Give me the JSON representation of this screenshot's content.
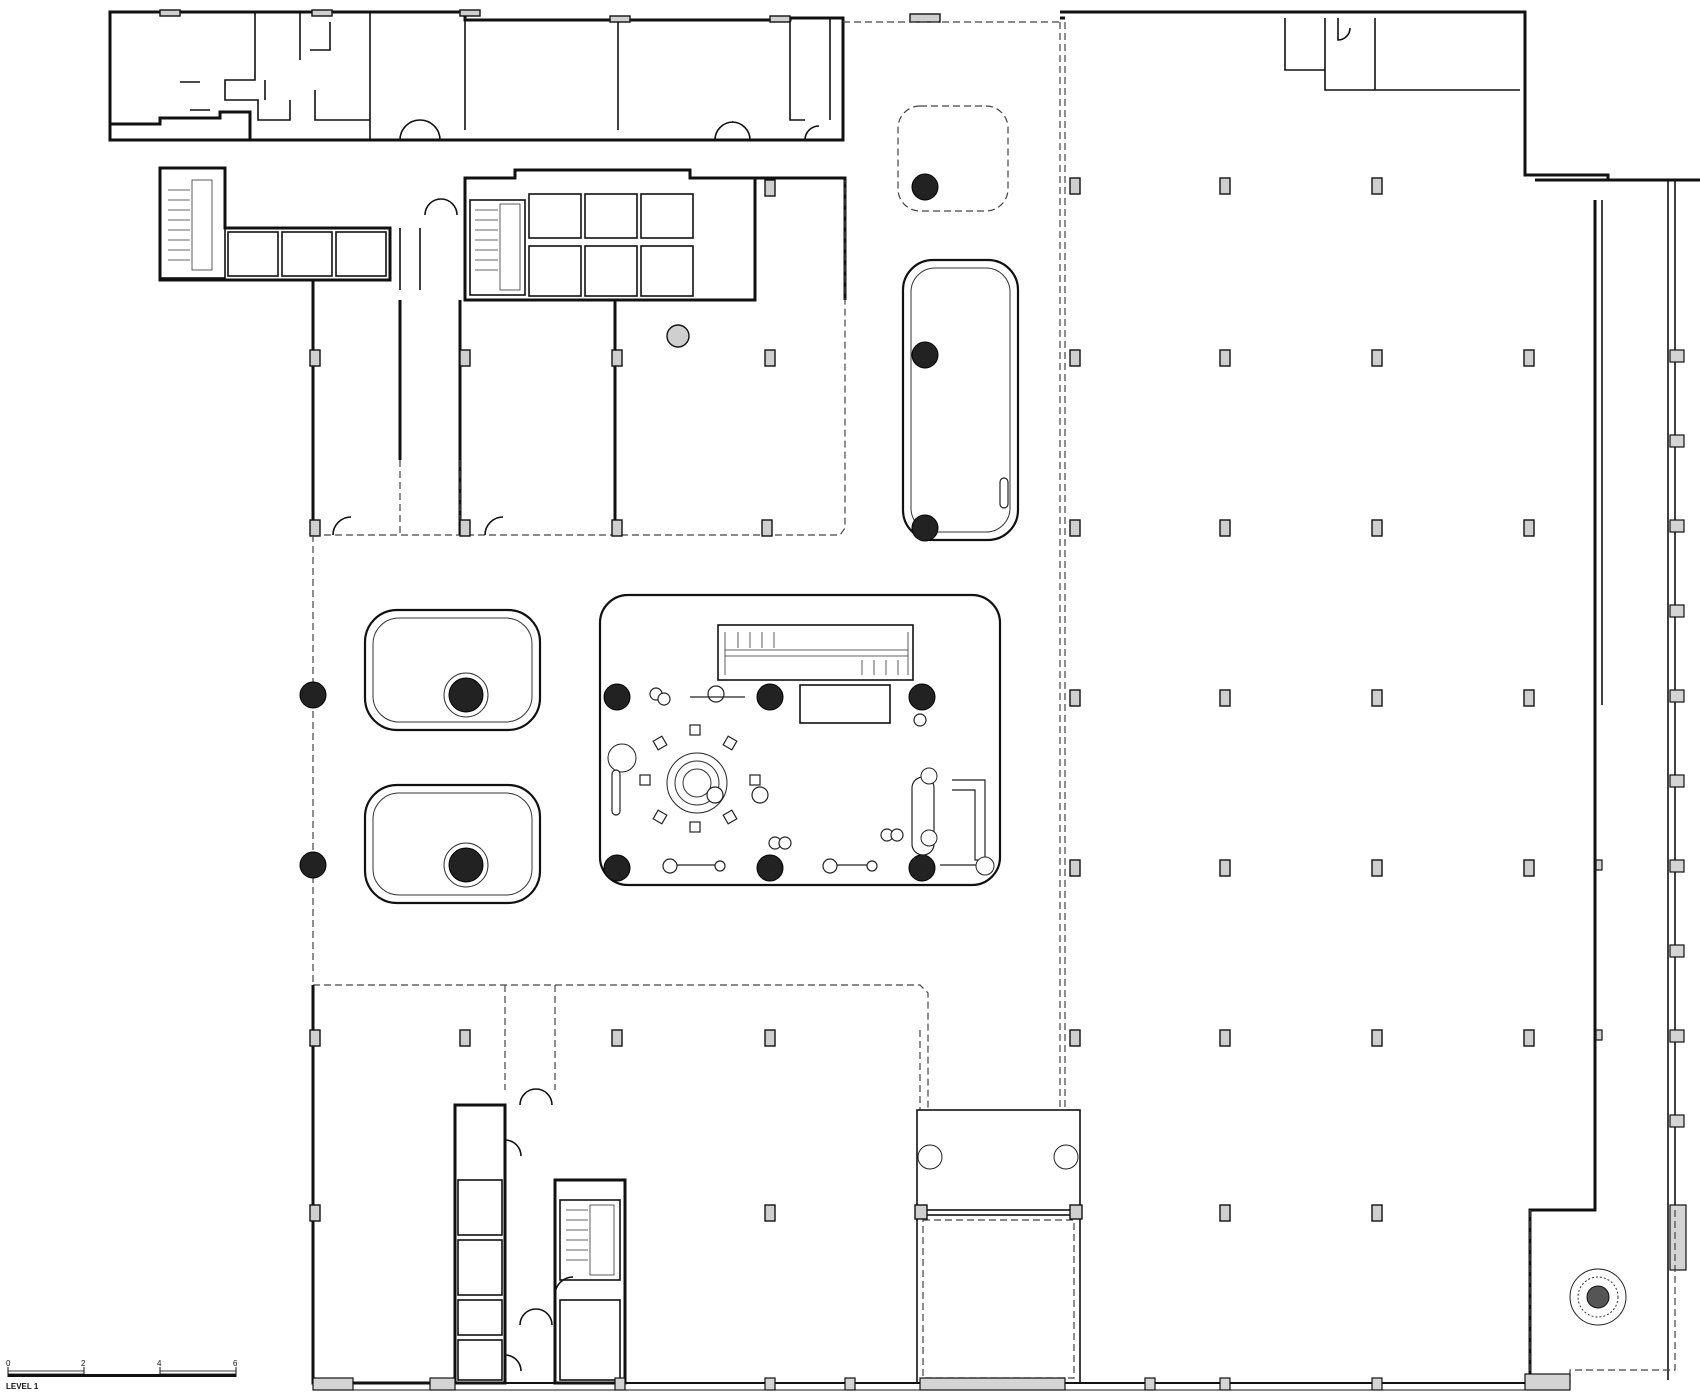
{
  "drawing": {
    "level_label": "LEVEL 1",
    "scale_ticks": [
      "0",
      "2",
      "4",
      "6"
    ]
  },
  "colors": {
    "wall": "#111111",
    "column_fill": "#cfcfcf",
    "round_column_fill": "#222222",
    "facade_fill": "#d4d4d4"
  }
}
